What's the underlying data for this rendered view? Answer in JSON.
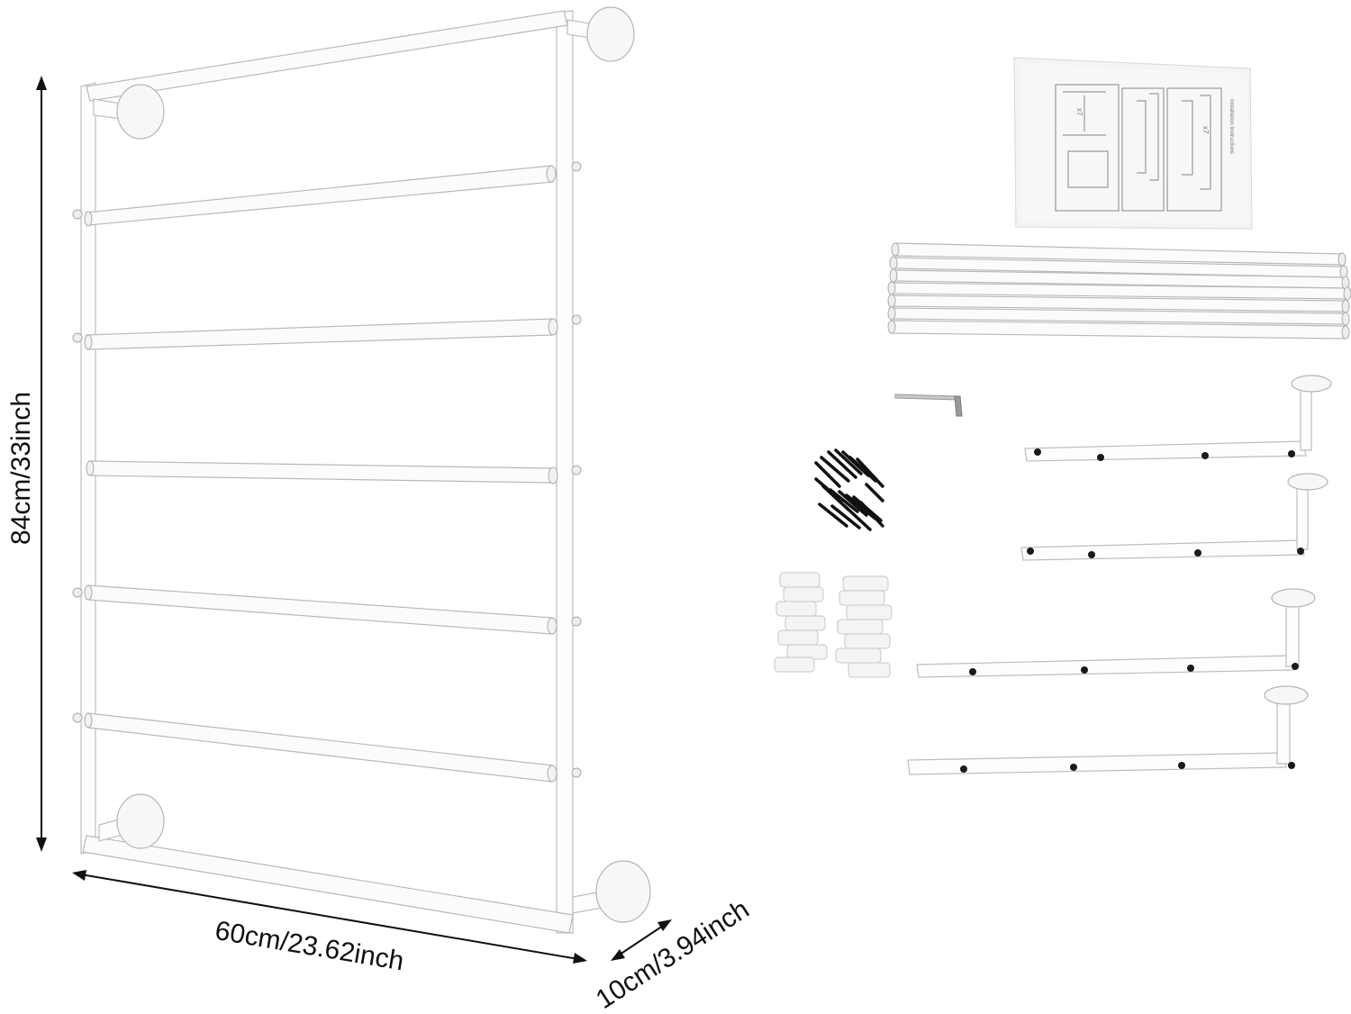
{
  "dimensions": {
    "height": "84cm/33inch",
    "width": "60cm/23.62inch",
    "depth": "10cm/3.94inch"
  },
  "parts": {
    "instruction_sheet": {
      "title": "Installation Instructions",
      "labels": [
        "x7",
        "x7"
      ]
    },
    "rod_count": 7,
    "bracket_count": 4
  }
}
